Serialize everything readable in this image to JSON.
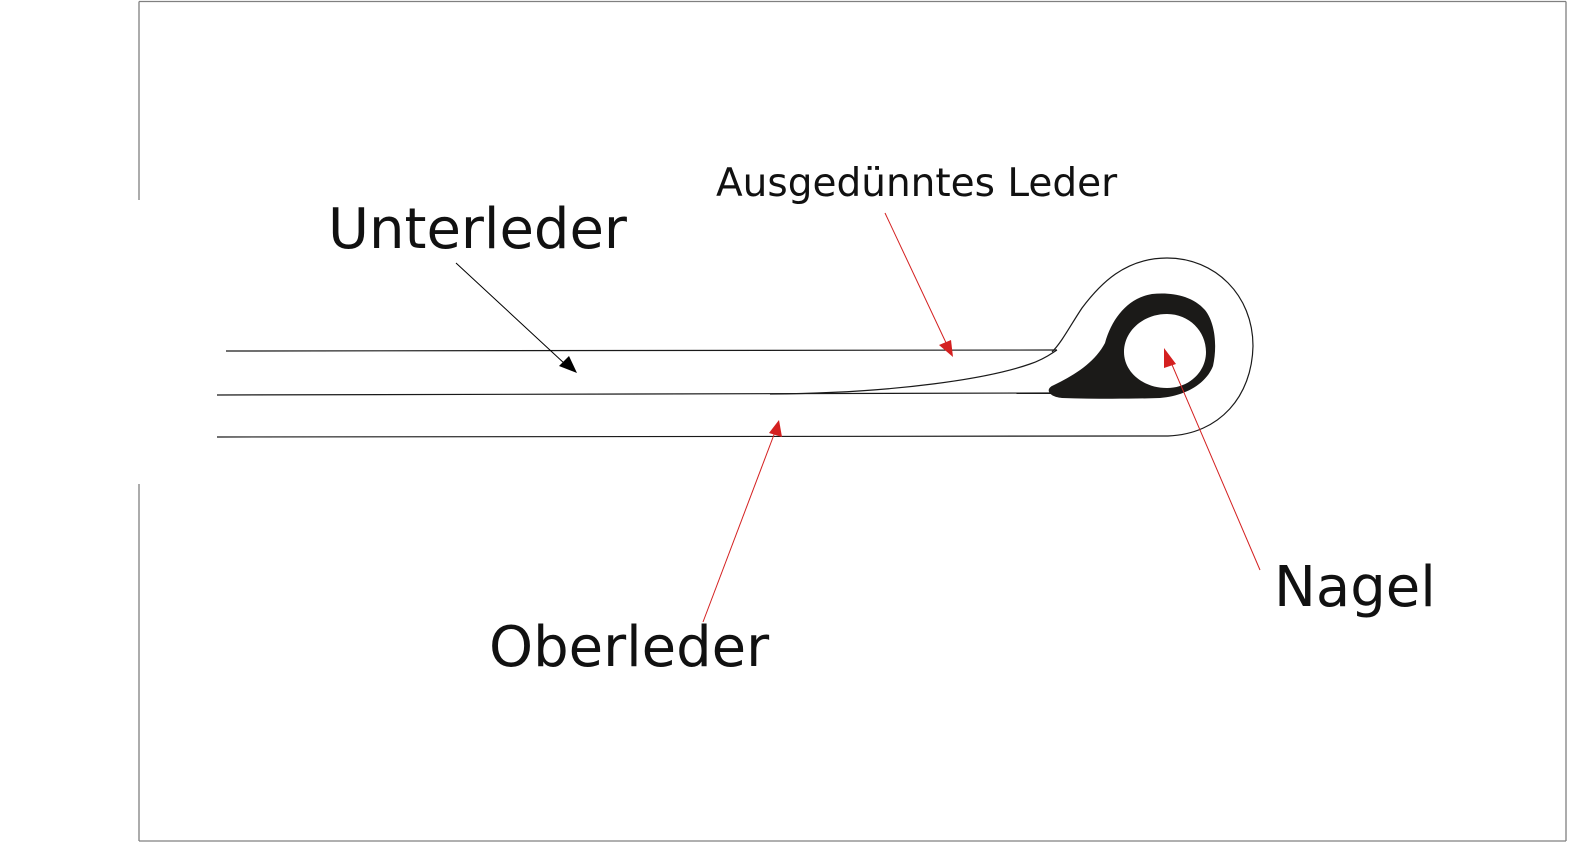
{
  "labels": {
    "unterleder": "Unterleder",
    "ausgeduenntes_leder": "Ausgedünntes Leder",
    "nagel": "Nagel",
    "oberleder": "Oberleder"
  },
  "colors": {
    "line": "#1a1a1a",
    "frame": "#808080",
    "pointer_black": "#000000",
    "pointer_red": "#d42020",
    "nail": "#1b1a18"
  }
}
